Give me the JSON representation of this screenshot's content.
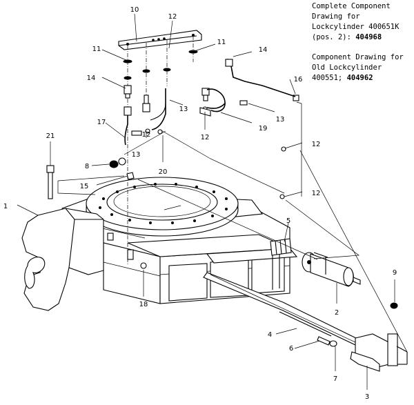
{
  "notes": {
    "complete_drawing_text": "Complete Component Drawing for Lockcylinder 400651K (pos. 2):",
    "complete_drawing_number": "404968",
    "old_drawing_text": "Component Drawing for Old Lockcylinder 400551;",
    "old_drawing_number": "404962"
  },
  "callouts": [
    "1",
    "2",
    "3",
    "4",
    "5",
    "6",
    "7",
    "8",
    "9",
    "10",
    "11",
    "11",
    "12",
    "12",
    "12",
    "12",
    "12",
    "13",
    "13",
    "13",
    "14",
    "14",
    "15",
    "16",
    "17",
    "18",
    "19",
    "20",
    "21"
  ]
}
